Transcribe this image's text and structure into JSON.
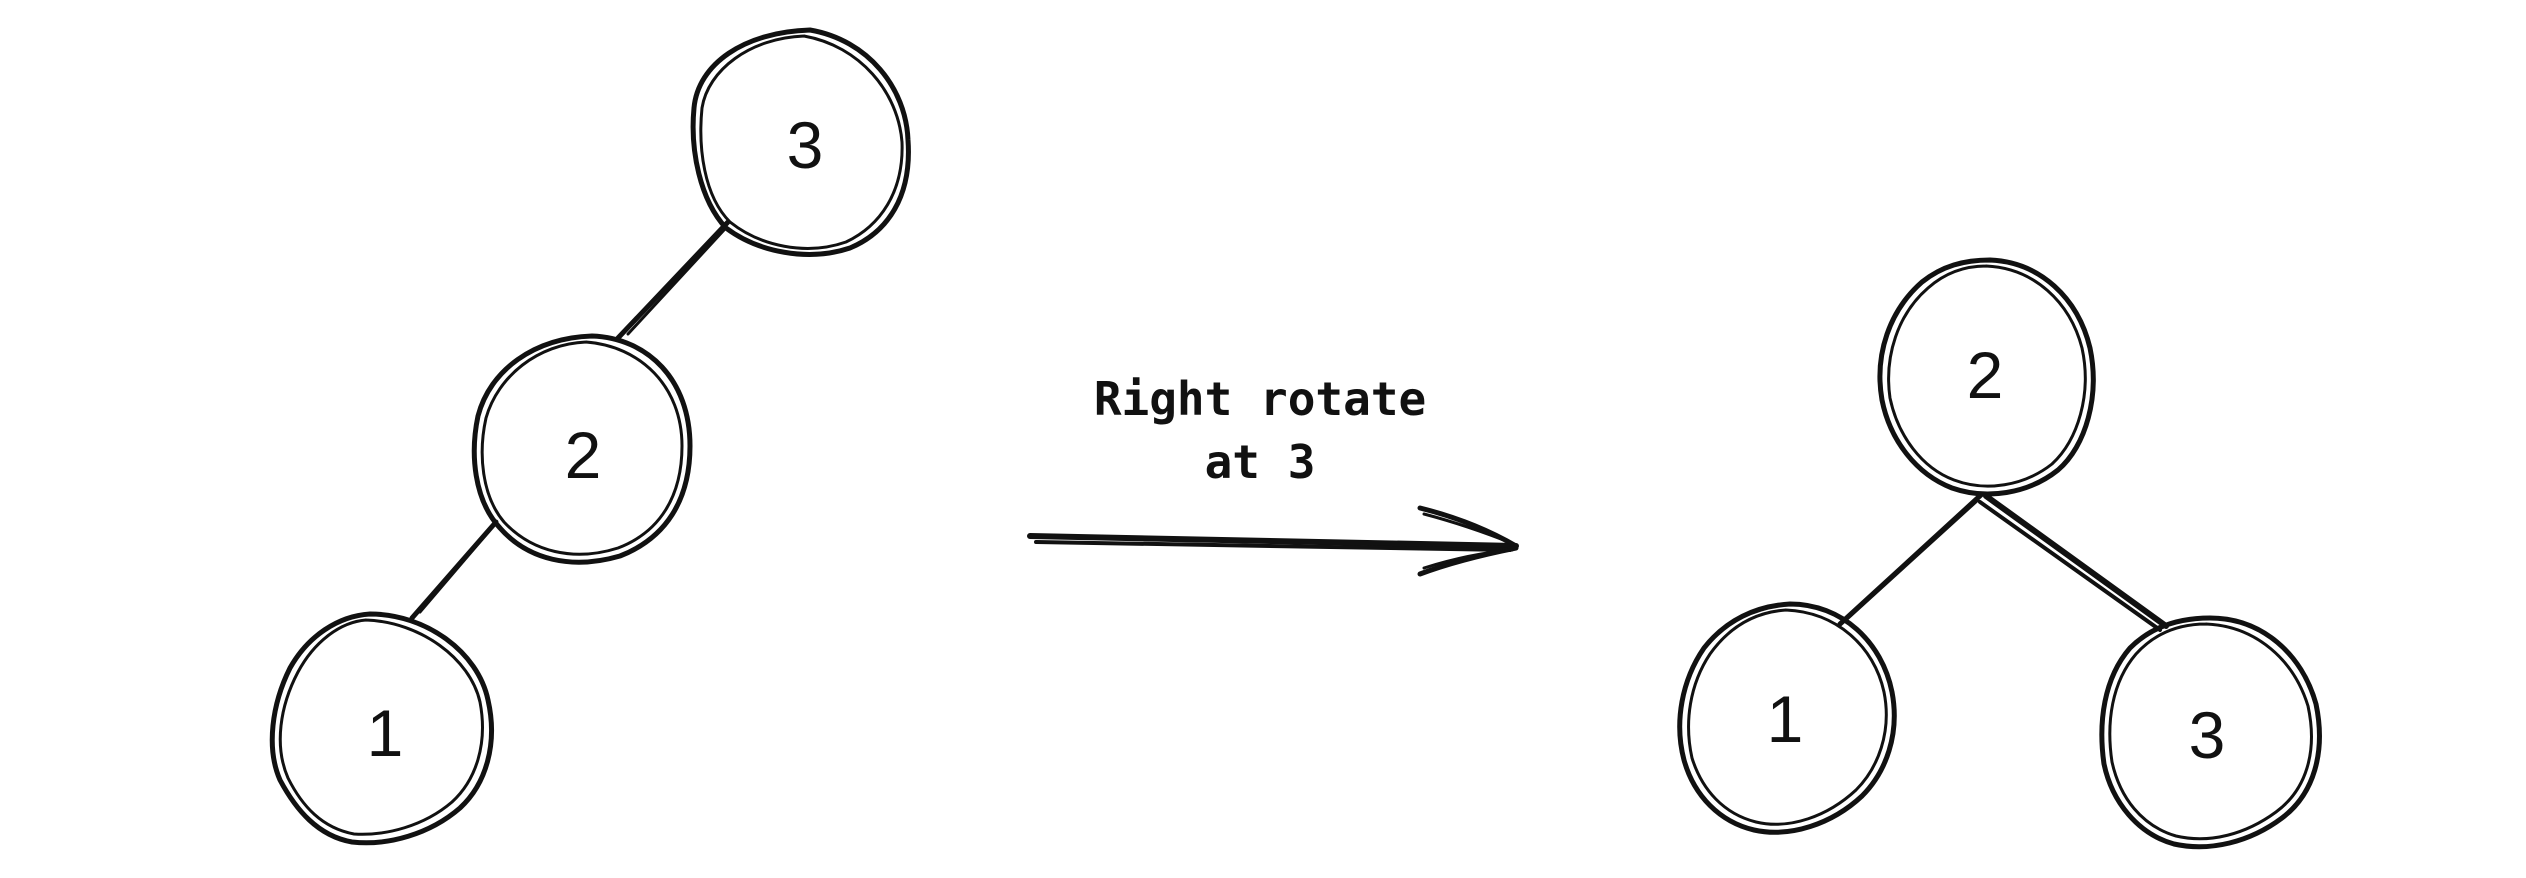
{
  "before_tree": {
    "root": "3",
    "middle": "2",
    "leaf": "1"
  },
  "caption": {
    "line1": "Right rotate",
    "line2": "at 3"
  },
  "after_tree": {
    "root": "2",
    "left": "1",
    "right": "3"
  },
  "colors": {
    "ink": "#111111",
    "background": "#ffffff"
  }
}
